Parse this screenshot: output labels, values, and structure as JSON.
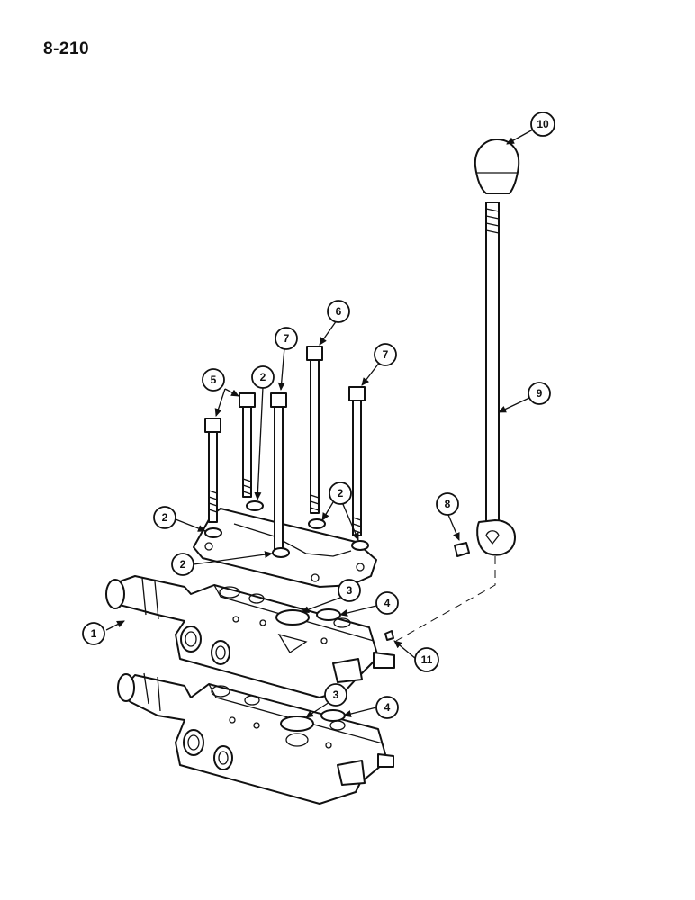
{
  "page_number": "8-210",
  "callouts": {
    "c1": "1",
    "c2a": "2",
    "c2b": "2",
    "c2c": "2",
    "c2d": "2",
    "c3a": "3",
    "c3b": "3",
    "c4a": "4",
    "c4b": "4",
    "c5": "5",
    "c6": "6",
    "c7a": "7",
    "c7b": "7",
    "c8": "8",
    "c9": "9",
    "c10": "10",
    "c11": "11"
  }
}
